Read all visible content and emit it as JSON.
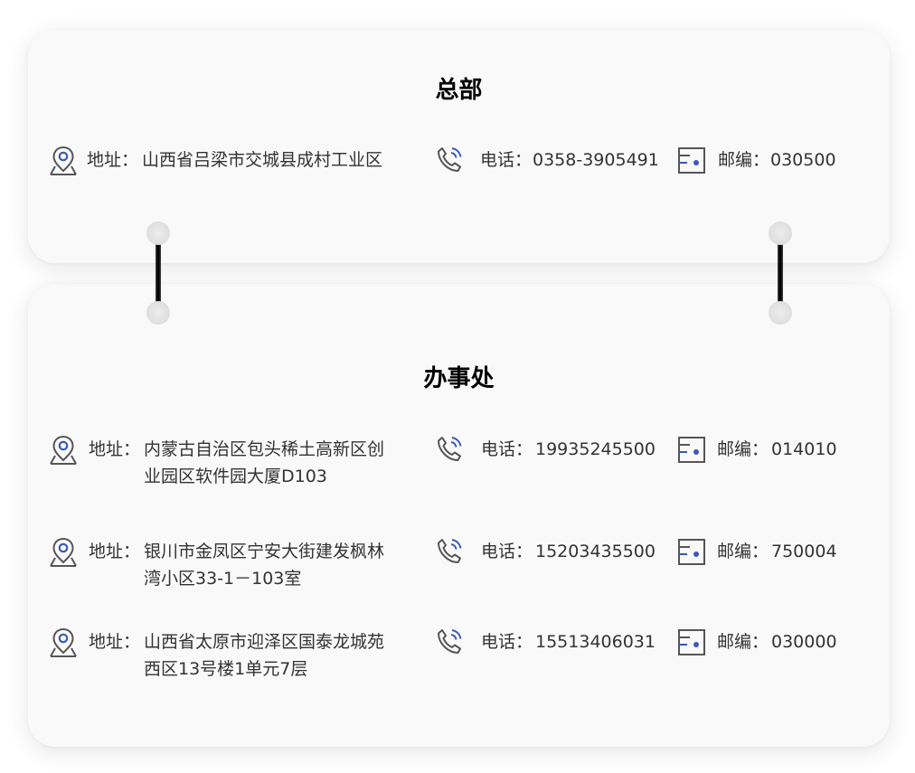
{
  "headquarters": {
    "title": "总部",
    "address_label": "地址：",
    "address": "山西省吕梁市交城县成村工业区",
    "phone_label": "电话：",
    "phone": "0358-3905491",
    "zip_label": "邮编：",
    "zip": "030500"
  },
  "offices": {
    "title": "办事处",
    "items": [
      {
        "address_label": "地址：",
        "address": "内蒙古自治区包头稀土高新区创业园区软件园大厦D103",
        "phone_label": "电话：",
        "phone": "19935245500",
        "zip_label": "邮编：",
        "zip": "014010"
      },
      {
        "address_label": "地址：",
        "address": "银川市金凤区宁安大街建发枫林湾小区33-1－103室",
        "phone_label": "电话：",
        "phone": "15203435500",
        "zip_label": "邮编：",
        "zip": "750004"
      },
      {
        "address_label": "地址：",
        "address": "山西省太原市迎泽区国泰龙城苑西区13号楼1单元7层",
        "phone_label": "电话：",
        "phone": "15513406031",
        "zip_label": "邮编：",
        "zip": "030000"
      }
    ]
  },
  "icons": {
    "address": "location-pin-icon",
    "phone": "phone-icon",
    "zip": "postcode-icon"
  },
  "colors": {
    "icon_stroke": "#555555",
    "icon_accent": "#3a58b8",
    "card_bg": "#f9f9f9",
    "title": "#000000",
    "text": "#333333"
  }
}
